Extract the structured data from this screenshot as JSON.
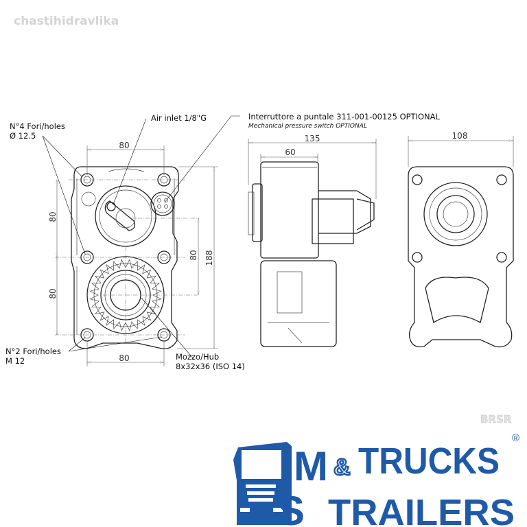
{
  "watermark": "chastihidravlika",
  "corner_watermark": "BRSR",
  "annotations": {
    "holes4_line1": "N°4 Fori/holes",
    "holes4_line2": "Ø 12.5",
    "air_inlet": "Air inlet 1/8\"G",
    "switch_line1": "Interruttore a puntale 311-001-00125 OPTIONAL",
    "switch_line2": "Mechanical pressure switch OPTIONAL",
    "holes2_line1": "N°2 Fori/holes",
    "holes2_line2": "M 12",
    "hub_line1": "Mozzo/Hub",
    "hub_line2": "8x32x36 (ISO 14)"
  },
  "dimensions": {
    "front_top": "80",
    "front_left_upper": "80",
    "front_left_lower": "80",
    "front_right_inner": "80",
    "front_height": "188",
    "front_bottom": "80",
    "side_length": "135",
    "side_flange": "60",
    "rear_width": "108"
  },
  "logo": {
    "m": "M",
    "s": "S",
    "trucks": "TRUCKS",
    "amp": "&",
    "trailers": "TRAILERS",
    "registered": "®",
    "color": "#1e5aa8"
  }
}
